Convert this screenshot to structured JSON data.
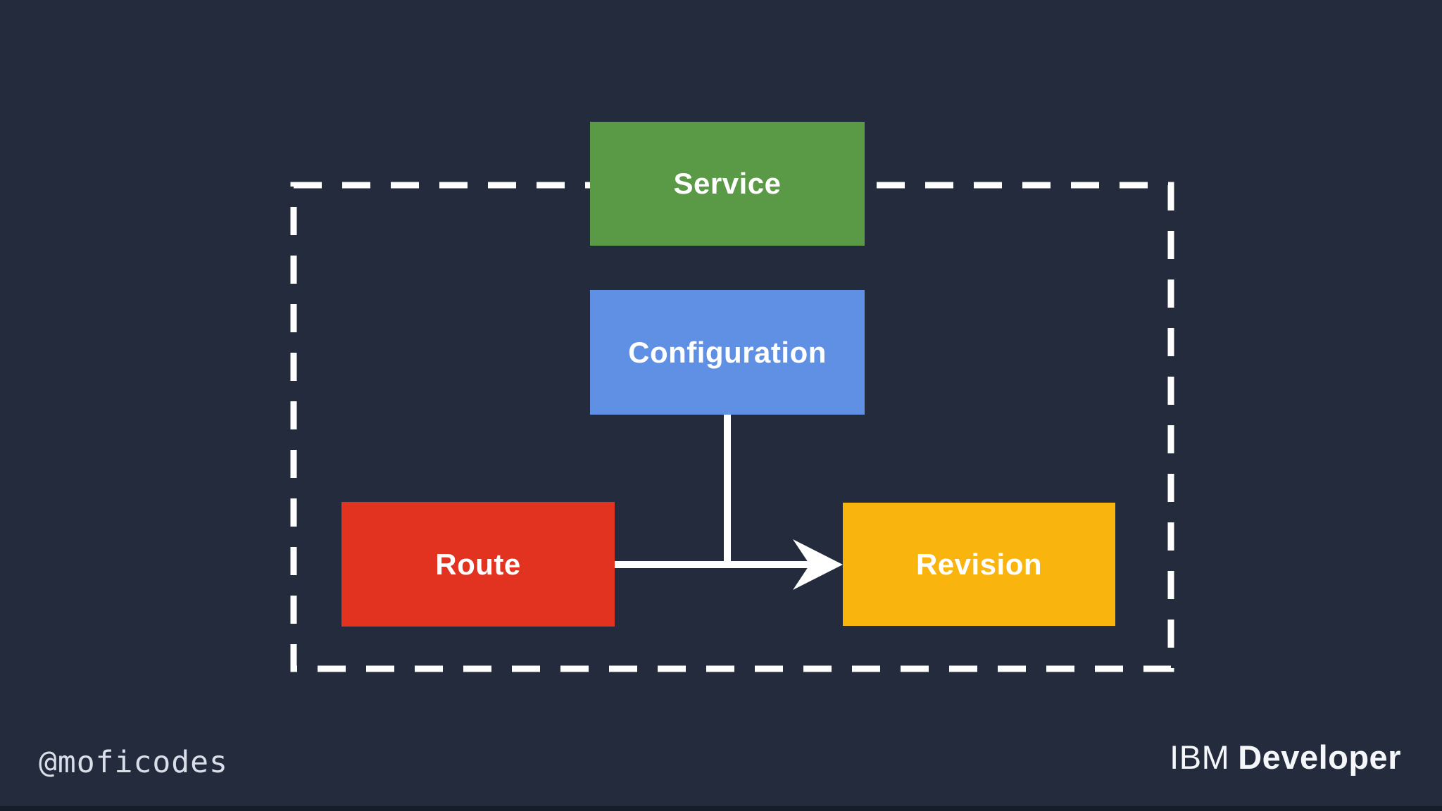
{
  "diagram": {
    "title": "Knative resources diagram",
    "nodes": [
      {
        "id": "service",
        "label": "Service",
        "color": "#5A9A47"
      },
      {
        "id": "configuration",
        "label": "Configuration",
        "color": "#6090E4"
      },
      {
        "id": "route",
        "label": "Route",
        "color": "#E1331F"
      },
      {
        "id": "revision",
        "label": "Revision",
        "color": "#F9B50E"
      }
    ],
    "edges": [
      {
        "from": "route",
        "to": "revision",
        "arrow": true
      },
      {
        "from": "configuration",
        "to": "route-revision-line",
        "arrow": false
      }
    ],
    "container": {
      "style": "dashed-boundary",
      "encloses": [
        "configuration",
        "route",
        "revision"
      ],
      "overlapped_by": "service"
    }
  },
  "footer": {
    "handle": "@moficodes",
    "brand_prefix": "IBM",
    "brand_suffix": "Developer"
  },
  "colors": {
    "background": "#232B3D",
    "line": "#FFFFFF",
    "node_text": "#FFFFFF",
    "handle_text": "#D9DEE8",
    "brand_text": "#F4F6FA"
  }
}
